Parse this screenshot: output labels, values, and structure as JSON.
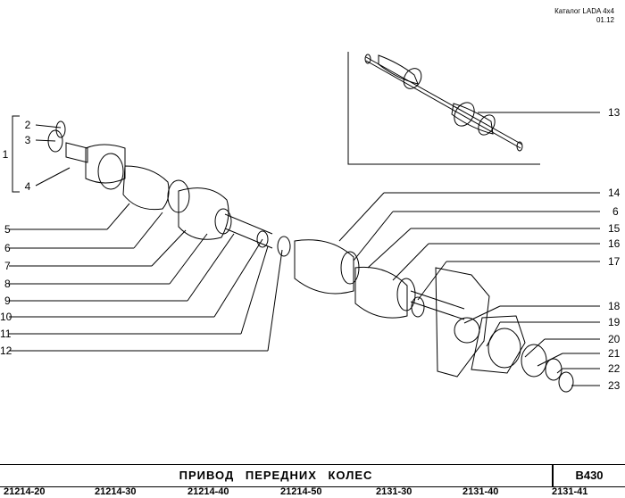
{
  "header": {
    "catalog": "Каталог  LADA  4x4",
    "date": "01.12"
  },
  "callouts": {
    "c1": "1",
    "c2": "2",
    "c3": "3",
    "c4": "4",
    "c5": "5",
    "c6": "6",
    "c7": "7",
    "c8": "8",
    "c9": "9",
    "c10": "10",
    "c11": "11",
    "c12": "12",
    "c13": "13",
    "c14": "14",
    "c6b": "6",
    "c15": "15",
    "c16": "16",
    "c17": "17",
    "c18": "18",
    "c19": "19",
    "c20": "20",
    "c21": "21",
    "c22": "22",
    "c23": "23"
  },
  "title": {
    "text": "ПРИВОД  ПЕРЕДНИХ  КОЛЕС",
    "code": "B430"
  },
  "models": [
    "21214-20",
    "21214-30",
    "21214-40",
    "21214-50",
    "2131-30",
    "2131-40",
    "2131-41"
  ]
}
